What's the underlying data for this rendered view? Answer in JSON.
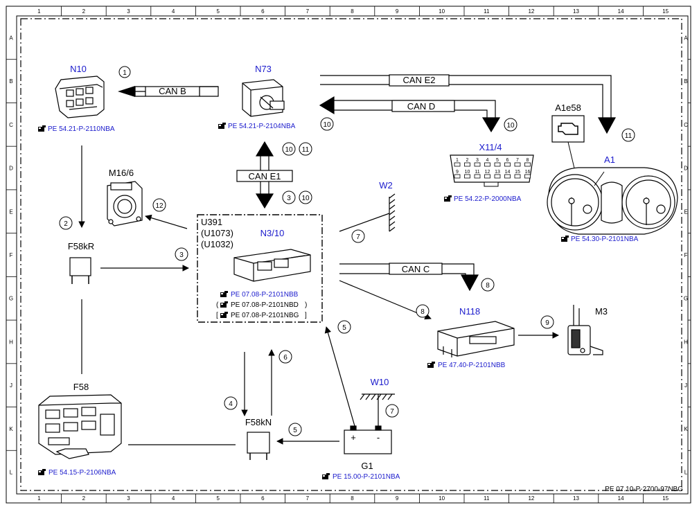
{
  "grid": {
    "columns": [
      "1",
      "2",
      "3",
      "4",
      "5",
      "6",
      "7",
      "8",
      "9",
      "10",
      "11",
      "12",
      "13",
      "14",
      "15"
    ],
    "rows": [
      "A",
      "B",
      "C",
      "D",
      "E",
      "F",
      "G",
      "H",
      "J",
      "K",
      "L"
    ]
  },
  "footer_code": "PE 07.10-P-2700-97NBG",
  "components": {
    "n10": {
      "label": "N10",
      "ref": "PE 54.21-P-2110NBA"
    },
    "n73": {
      "label": "N73",
      "ref": "PE 54.21-P-2104NBA"
    },
    "x11_4": {
      "label": "X11/4",
      "ref": "PE 54.22-P-2000NBA"
    },
    "a1e58": {
      "label": "A1e58"
    },
    "a1": {
      "label": "A1",
      "ref": "PE 54.30-P-2101NBA"
    },
    "m16_6": {
      "label": "M16/6"
    },
    "w2": {
      "label": "W2"
    },
    "f58kr": {
      "label": "F58kR"
    },
    "n3_10": {
      "label": "N3/10",
      "variants": [
        "U391",
        "(U1073)",
        "(U1032)"
      ],
      "ref1": "PE 07.08-P-2101NBB",
      "ref2": "PE 07.08-P-2101NBD",
      "ref3": "PE 07.08-P-2101NBG"
    },
    "n118": {
      "label": "N118",
      "ref": "PE 47.40-P-2101NBB"
    },
    "m3": {
      "label": "M3"
    },
    "f58": {
      "label": "F58",
      "ref": "PE 54.15-P-2106NBA"
    },
    "w10": {
      "label": "W10"
    },
    "f58kn": {
      "label": "F58kN"
    },
    "g1": {
      "label": "G1",
      "ref": "PE 15.00-P-2101NBA",
      "plus": "+",
      "minus": "-"
    }
  },
  "buses": {
    "can_b": "CAN B",
    "can_e2": "CAN E2",
    "can_d": "CAN D",
    "can_e1": "CAN E1",
    "can_c": "CAN C"
  },
  "pins_top": [
    "1",
    "2",
    "3",
    "4",
    "5",
    "6",
    "7",
    "8"
  ],
  "pins_bottom": [
    "9",
    "10",
    "11",
    "12",
    "13",
    "14",
    "15",
    "16"
  ],
  "callouts": {
    "c1": "1",
    "c2": "2",
    "c3": "3",
    "c3b": "3",
    "c4": "4",
    "c5": "5",
    "c5b": "5",
    "c6": "6",
    "c7": "7",
    "c7b": "7",
    "c8": "8",
    "c8b": "8",
    "c9": "9",
    "c10a": "10",
    "c10b": "10",
    "c10c": "10",
    "c10d": "10",
    "c11a": "11",
    "c11b": "11",
    "c12": "12"
  },
  "colors": {
    "line": "#000000",
    "label_blue": "#1a1acc",
    "background": "#ffffff"
  }
}
